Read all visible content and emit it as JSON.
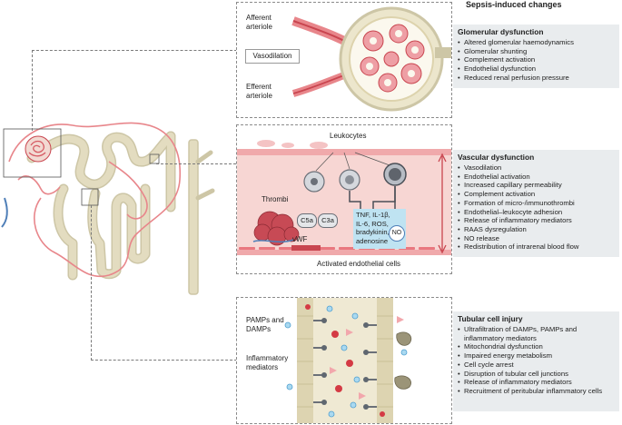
{
  "heading": "Sepsis-induced changes",
  "glomerular_panel": {
    "afferent": "Afferent\narteriole",
    "efferent": "Efferent\narteriole",
    "vasodilation": "Vasodilation"
  },
  "vascular_panel": {
    "leukocytes": "Leukocytes",
    "thrombi": "Thrombi",
    "vwf": "vWF",
    "c5a": "C5a",
    "c3a": "C3a",
    "cytokines": "TNF, IL-1β,\nIL-6, ROS,\nbradykinin,\nadenosine",
    "no": "NO",
    "endothelial": "Activated endothelial cells"
  },
  "tubular_panel": {
    "pamps": "PAMPs and\nDAMPs",
    "inflammatory": "Inflammatory\nmediators"
  },
  "boxes": {
    "glomerular": {
      "title": "Glomerular dysfunction",
      "items": [
        "Altered glomerular haemodynamics",
        "Glomerular shunting",
        "Complement activation",
        "Endothelial dysfunction",
        "Reduced renal perfusion pressure"
      ]
    },
    "vascular": {
      "title": "Vascular dysfunction",
      "items": [
        "Vasodilation",
        "Endothelial activation",
        "Increased capillary permeability",
        "Complement activation",
        "Formation of micro-/immunothrombi",
        "Endothelial–leukocyte adhesion",
        "Release of inflammatory mediators",
        "RAAS dysregulation",
        "NO release",
        "Redistribution of intrarenal blood flow"
      ]
    },
    "tubular": {
      "title": "Tubular cell injury",
      "items": [
        "Ultrafiltration of DAMPs, PAMPs and inflammatory mediators",
        "Mitochondrial dysfunction",
        "Impaired energy metabolism",
        "Cell cycle arrest",
        "Disruption of tubular cell junctions",
        "Release of inflammatory mediators",
        "Recruitment of peritubular inflammatory cells"
      ]
    }
  },
  "colors": {
    "tubule": "#e3dcc0",
    "vessel": "#e8868b",
    "vessel_dark": "#c9454f",
    "box_bg": "#e9ecee",
    "cytokine_box": "#bfe3f2"
  }
}
